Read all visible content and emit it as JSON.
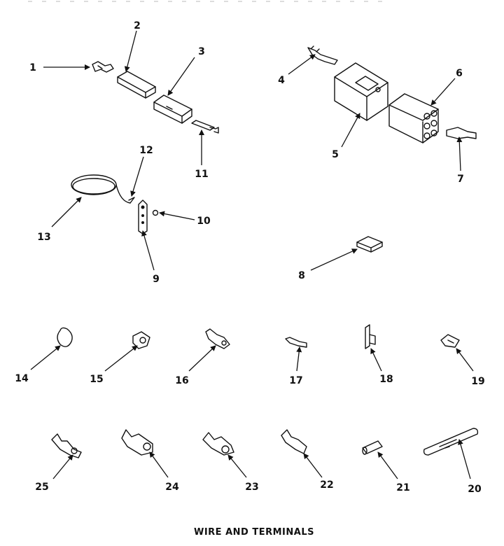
{
  "caption": "WIRE AND TERMINALS",
  "labels": [
    "1",
    "2",
    "3",
    "4",
    "5",
    "6",
    "7",
    "8",
    "9",
    "10",
    "11",
    "12",
    "13",
    "14",
    "15",
    "16",
    "17",
    "18",
    "19",
    "20",
    "21",
    "22",
    "23",
    "24",
    "25"
  ]
}
